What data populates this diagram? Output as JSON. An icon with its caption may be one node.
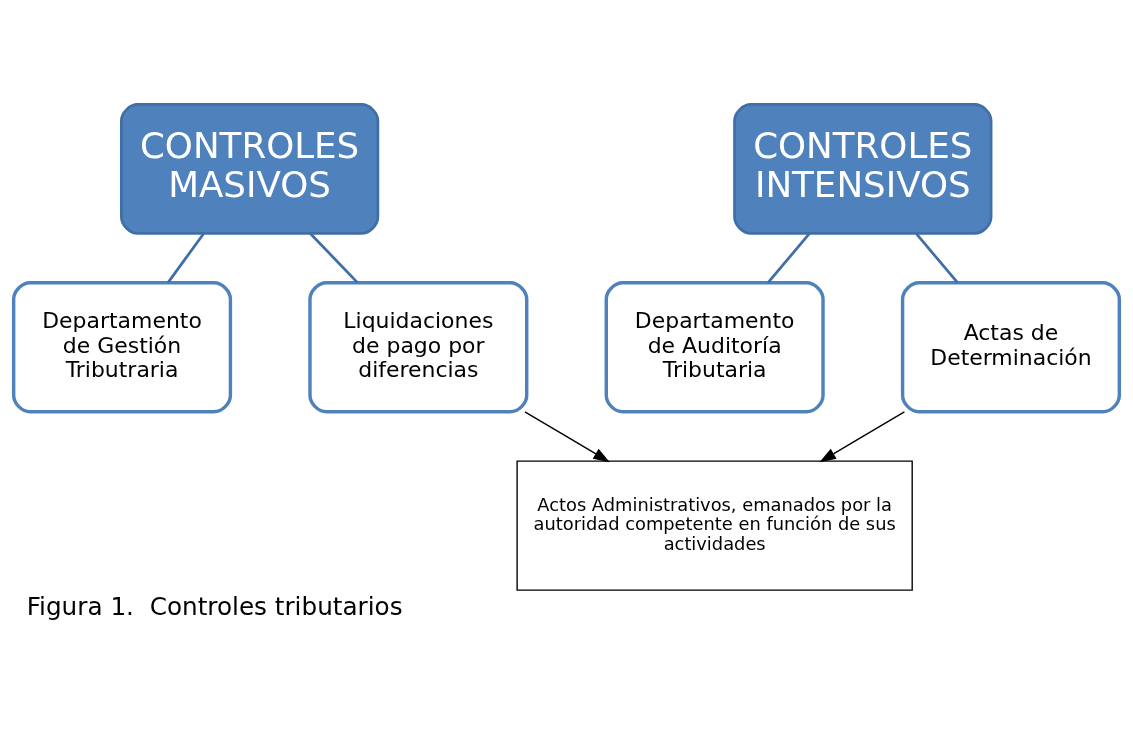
{
  "diagram": {
    "caption": "Figura 1.  Controles tributarios",
    "nodes": [
      {
        "text": [
          "CONTROLES MASIVOS"
        ]
      },
      {
        "text": [
          "Departamento de Gestión Tributraria"
        ]
      },
      {
        "text": [
          "Liquidaciones de pago por diferencias"
        ]
      },
      {
        "text": [
          "CONTROLES INTENSIVOS"
        ]
      },
      {
        "text": [
          "Departamento de Auditoría Tributaria"
        ]
      },
      {
        "text": [
          "Actas de Determinación"
        ]
      },
      {
        "text": [
          "Actos Administrativos, emanados por la autoridad competente en función de sus actividades"
        ]
      }
    ],
    "edges": [
      {
        "from": 0,
        "to": 1,
        "arrow": "none"
      },
      {
        "from": 0,
        "to": 2,
        "arrow": "none"
      },
      {
        "from": 3,
        "to": 4,
        "arrow": "none"
      },
      {
        "from": 3,
        "to": 5,
        "arrow": "none"
      },
      {
        "from": 2,
        "to": 6,
        "arrow": "to",
        "color": "#000000"
      },
      {
        "from": 5,
        "to": 6,
        "arrow": "to",
        "color": "#000000"
      }
    ]
  }
}
